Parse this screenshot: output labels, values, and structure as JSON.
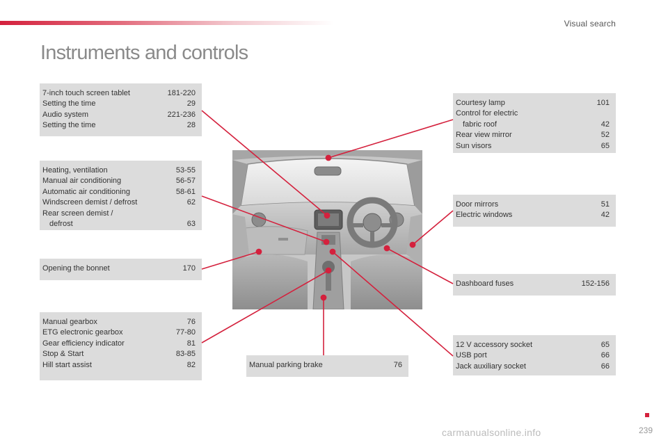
{
  "header": {
    "section": "Visual search",
    "title": "Instruments and controls"
  },
  "boxes": {
    "touchscreen": [
      {
        "label": "7-inch touch screen tablet",
        "page": "181-220"
      },
      {
        "label": "Setting the time",
        "page": "29"
      },
      {
        "label": "Audio system",
        "page": "221-236"
      },
      {
        "label": "Setting the time",
        "page": "28"
      }
    ],
    "heating": [
      {
        "label": "Heating, ventilation",
        "page": "53-55"
      },
      {
        "label": "Manual air conditioning",
        "page": "56-57"
      },
      {
        "label": "Automatic air conditioning",
        "page": "58-61"
      },
      {
        "label": "Windscreen demist / defrost",
        "page": "62"
      },
      {
        "label": "Rear screen demist /",
        "label2": "defrost",
        "page": "63"
      }
    ],
    "bonnet": [
      {
        "label": "Opening the bonnet",
        "page": "170"
      }
    ],
    "gearbox": [
      {
        "label": "Manual gearbox",
        "page": "76"
      },
      {
        "label": "ETG electronic gearbox",
        "page": "77-80"
      },
      {
        "label": "Gear efficiency indicator",
        "page": "81"
      },
      {
        "label": "Stop & Start",
        "page": "83-85"
      },
      {
        "label": "Hill start assist",
        "page": "82"
      }
    ],
    "parking": [
      {
        "label": "Manual parking brake",
        "page": "76"
      }
    ],
    "courtesy": [
      {
        "label": "Courtesy lamp",
        "page": "101"
      },
      {
        "label": "Control for electric",
        "label2": "fabric roof",
        "page": "42"
      },
      {
        "label": "Rear view mirror",
        "page": "52"
      },
      {
        "label": "Sun visors",
        "page": "65"
      }
    ],
    "mirrors": [
      {
        "label": "Door mirrors",
        "page": "51"
      },
      {
        "label": "Electric windows",
        "page": "42"
      }
    ],
    "fuses": [
      {
        "label": "Dashboard fuses",
        "page": "152-156"
      }
    ],
    "sockets": [
      {
        "label": "12 V accessory socket",
        "page": "65"
      },
      {
        "label": "USB port",
        "page": "66"
      },
      {
        "label": "Jack auxiliary socket",
        "page": "66"
      }
    ]
  },
  "colors": {
    "accent": "#d4213d",
    "box": "#dcdcdc",
    "title": "#8a8a8a"
  },
  "footer": {
    "page_number": "239",
    "watermark": "carmanualsonline.info"
  }
}
